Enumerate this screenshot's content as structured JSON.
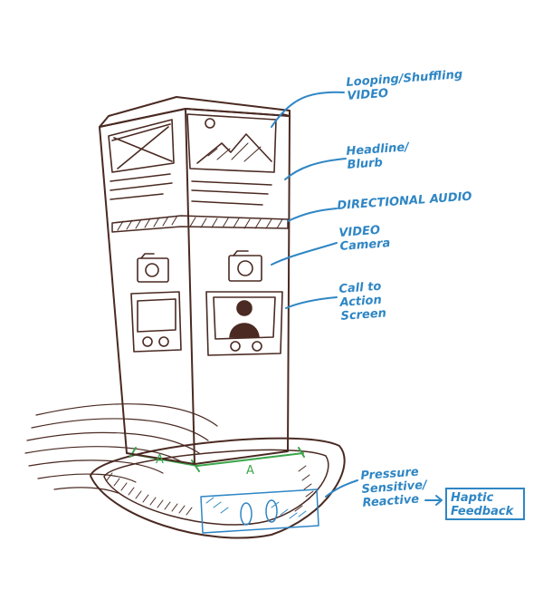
{
  "labels": {
    "video": "Looping/Shuffling\nVIDEO",
    "headline": "Headline/\nBlurb",
    "audio": "DIRECTIONAL AUDIO",
    "camera": "VIDEO\nCamera",
    "cta": "Call to\nAction\nScreen",
    "pressure": "Pressure\nSensitive/\nReactive",
    "haptic": "Haptic\nFeedback",
    "zone_left": "A",
    "zone_right": "A"
  },
  "colors": {
    "ink": "#4a2a22",
    "annotation": "#2f86c4",
    "floor_marking": "#3aa64a"
  }
}
